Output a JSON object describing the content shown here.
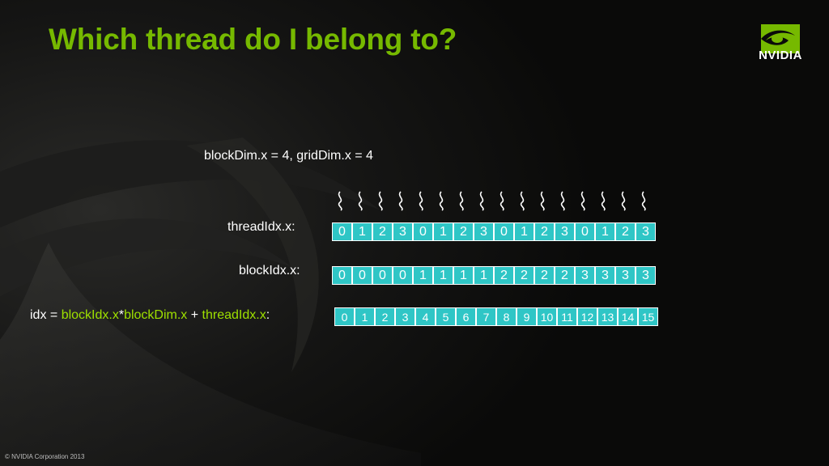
{
  "slide": {
    "title": "Which thread do I belong to?",
    "logo_text": "NVIDIA",
    "footer": "© NVIDIA Corporation 2013",
    "dims_label": "blockDim.x = 4, gridDim.x = 4",
    "thread_label": "threadIdx.x:",
    "block_label": "blockIdx.x:",
    "idx_label": {
      "prefix": "idx = ",
      "term1": "blockIdx.x",
      "op1": "*",
      "term2": "blockDim.x",
      "op2": " + ",
      "term3": "threadIdx.x",
      "suffix": ":"
    }
  },
  "thread_idx": [
    "0",
    "1",
    "2",
    "3",
    "0",
    "1",
    "2",
    "3",
    "0",
    "1",
    "2",
    "3",
    "0",
    "1",
    "2",
    "3"
  ],
  "block_idx": [
    "0",
    "0",
    "0",
    "0",
    "1",
    "1",
    "1",
    "1",
    "2",
    "2",
    "2",
    "2",
    "3",
    "3",
    "3",
    "3"
  ],
  "global_idx": [
    "0",
    "1",
    "2",
    "3",
    "4",
    "5",
    "6",
    "7",
    "8",
    "9",
    "10",
    "11",
    "12",
    "13",
    "14",
    "15"
  ],
  "colors": {
    "title_green": "#76b900",
    "highlight_green": "#9ee000",
    "cell_fill": "#2fc6c6",
    "text": "#ffffff"
  },
  "icons": {
    "thread": "squiggle-icon",
    "logo": "nvidia-eye-icon"
  }
}
